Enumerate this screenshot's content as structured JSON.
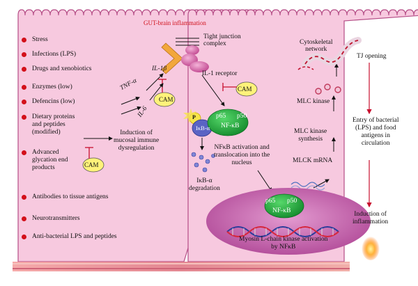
{
  "title": "GUT-brain inflammation",
  "factors": [
    "Stress",
    "Infections (LPS)",
    "Drugs and xenobiotics",
    "Enzymes (low)",
    "Defencins (low)",
    "Dietary proteins\nand peptides\n(modified)",
    "Advanced\nglycation end\nproducts",
    "Antibodies to tissue antigens",
    "Neurotransmitters",
    "Anti-bacterial LPS and peptides"
  ],
  "labels": {
    "cam": "CAM",
    "tnf": "TNF-α",
    "il6": "IL-6",
    "il1b": "IL-1β",
    "tight_junction": "Tight junction\ncomplex",
    "il1_receptor": "IL-1 receptor",
    "induction": "Induction of\nmucosal immune\ndysregulation",
    "p": "P",
    "ikb": "IκB-α",
    "p65": "p65",
    "p50": "p50",
    "nfkb": "NF-κB",
    "nfkb_activation": "NFκB activation and\ntranslocation into the\nnucleus",
    "ikb_degradation": "IκB-α\ndegradation",
    "cytoskeletal": "Cytoskeletal\nnetwork",
    "mlc_kinase": "MLC kinase",
    "mlc_kinase_synthesis": "MLC kinase\nsynthesis",
    "mlck_mrna": "MLCK mRNA",
    "myosin": "Myosin L-chain kinase activation\nby NFκB",
    "tj_opening": "TJ opening",
    "entry": "Entry of bacterial\n(LPS) and food\nantigens in\ncirculation",
    "induction_inflammation": "Induction of\ninflammation"
  },
  "colors": {
    "cell_fill": "#f7c9df",
    "cell_stroke": "#b54d86",
    "arrow_red": "#c8102e",
    "cam_fill": "#fff27a",
    "nfkb_fill": "#1fa33c",
    "nucleus_fill": "#c65aa9",
    "membrane": "#e89a9a"
  }
}
